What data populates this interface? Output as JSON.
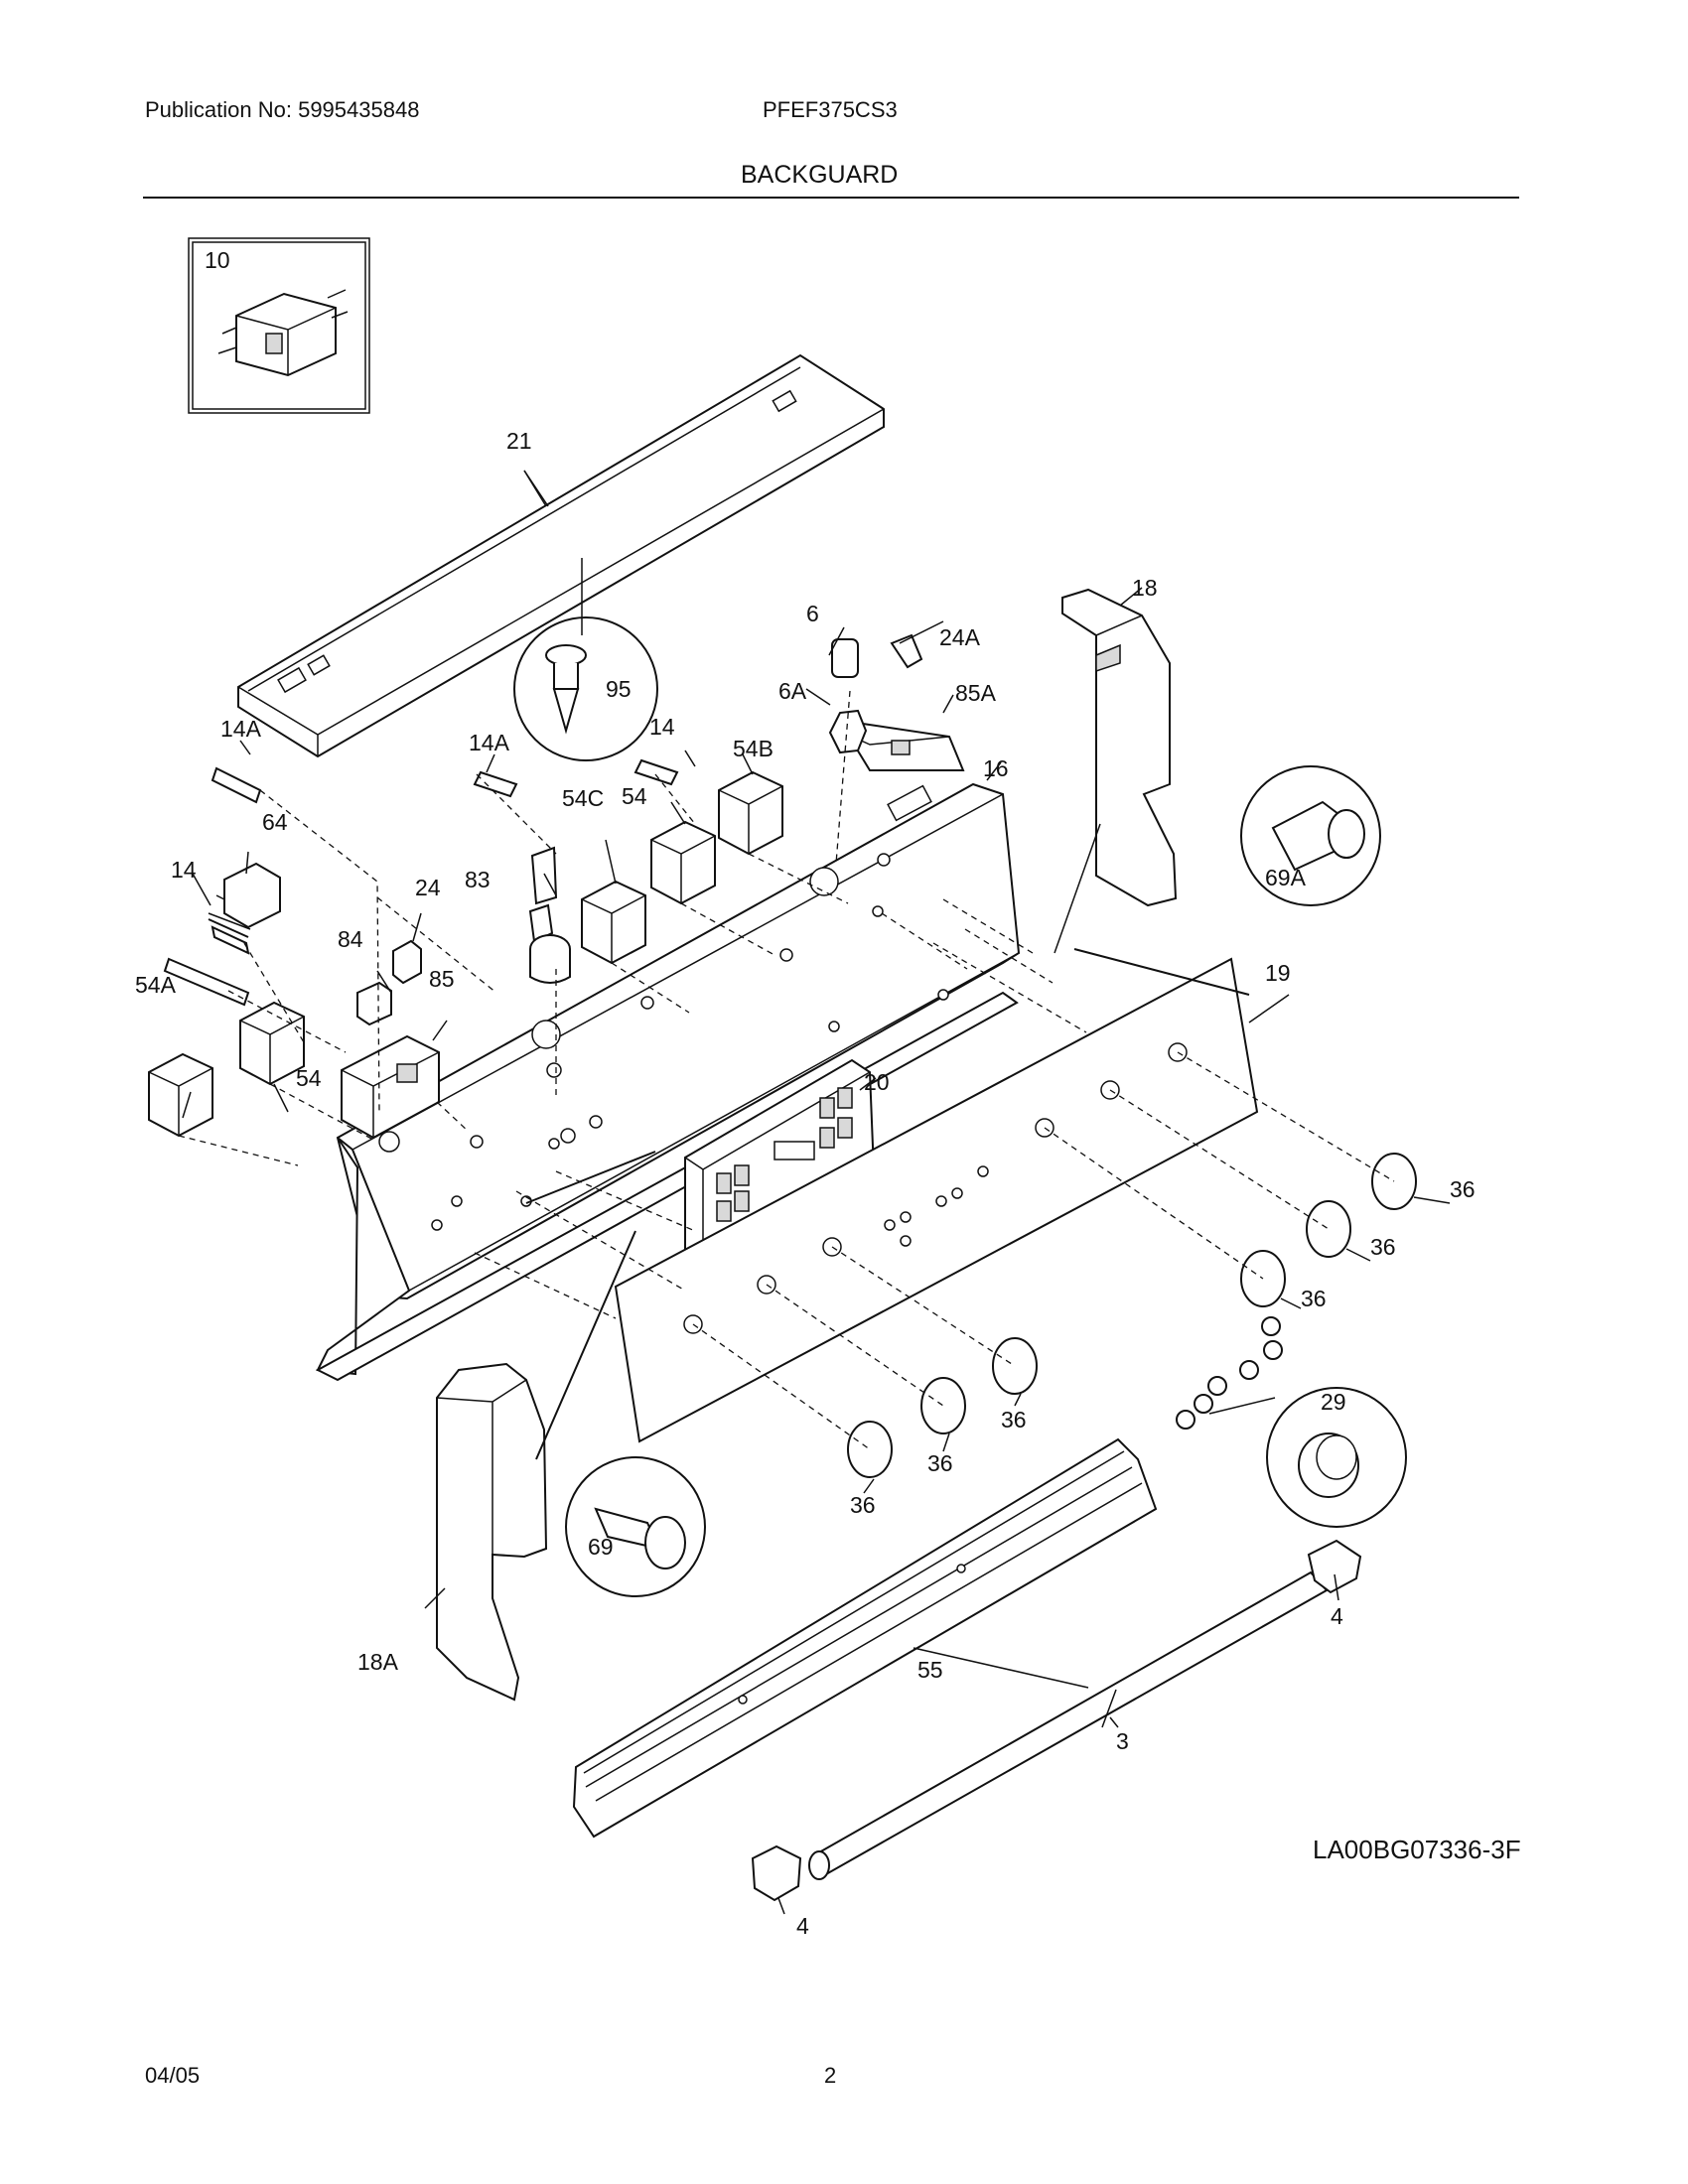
{
  "header": {
    "publication": "Publication No: 5995435848",
    "model": "PFEF375CS3",
    "section_title": "BACKGUARD"
  },
  "footer": {
    "date": "04/05",
    "page_number": "2",
    "diagram_code": "LA00BG07336-3F"
  },
  "callouts": {
    "c10": "10",
    "c21": "21",
    "c18": "18",
    "c18A": "18A",
    "c6": "6",
    "c6A": "6A",
    "c24A": "24A",
    "c85A": "85A",
    "c16": "16",
    "c14A_1": "14A",
    "c14A_2": "14A",
    "c14_1": "14",
    "c14_2": "14",
    "c54B": "54B",
    "c54C": "54C",
    "c54_1": "54",
    "c54_2": "54",
    "c54A": "54A",
    "c95": "95",
    "c83": "83",
    "c64": "64",
    "c24": "24",
    "c84": "84",
    "c85": "85",
    "c69A": "69A",
    "c69": "69",
    "c19": "19",
    "c20": "20",
    "c36_1": "36",
    "c36_2": "36",
    "c36_3": "36",
    "c36_4": "36",
    "c36_5": "36",
    "c36_6": "36",
    "c29": "29",
    "c4_1": "4",
    "c4_2": "4",
    "c55": "55",
    "c3": "3"
  }
}
